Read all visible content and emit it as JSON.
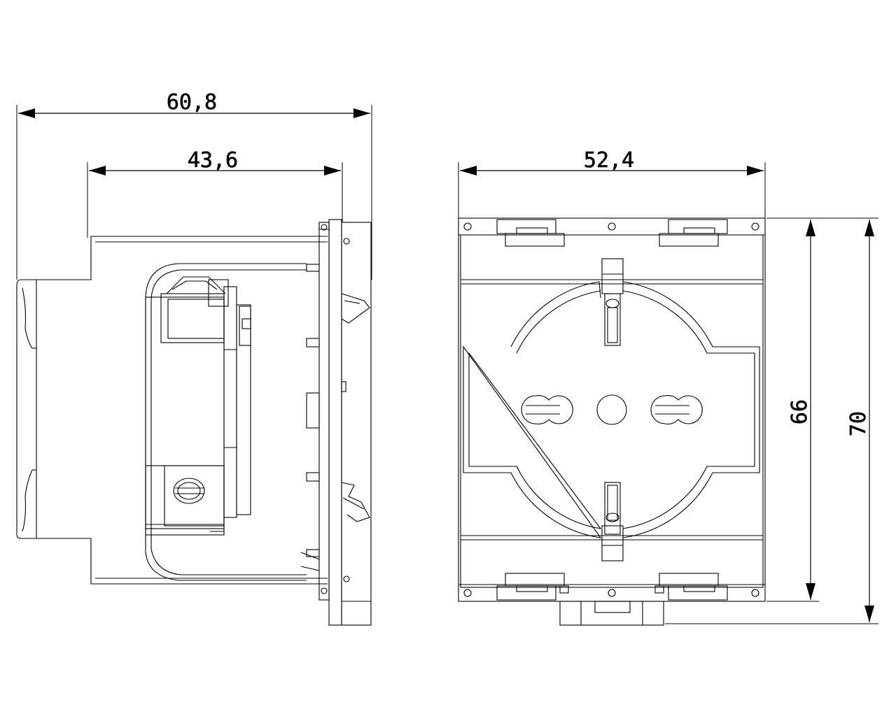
{
  "dimensions": {
    "side_overall_depth": "60,8",
    "side_body_depth": "43,6",
    "front_width": "52,4",
    "front_height_inner": "66",
    "front_height_outer": "70"
  },
  "colors": {
    "line": "#000000",
    "background": "#ffffff"
  }
}
